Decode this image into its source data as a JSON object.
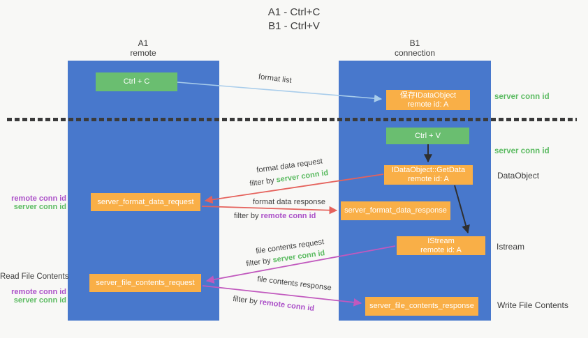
{
  "title": {
    "line1": "A1 - Ctrl+C",
    "line2": "B1 - Ctrl+V"
  },
  "lanes": {
    "a": {
      "name": "A1",
      "subtitle": "remote"
    },
    "b": {
      "name": "B1",
      "subtitle": "connection"
    }
  },
  "nodes": {
    "ctrl_c": {
      "label": "Ctrl + C"
    },
    "save_idataobject": {
      "line1": "保存IDataObject",
      "line2": "remote id: A"
    },
    "ctrl_v": {
      "label": "Ctrl + V"
    },
    "getdata": {
      "line1": "IDataObject::GetData",
      "line2": "remote id: A"
    },
    "format_request": {
      "label": "server_format_data_request"
    },
    "format_response": {
      "label": "server_format_data_response"
    },
    "istream": {
      "line1": "IStream",
      "line2": "remote id: A"
    },
    "file_request": {
      "label": "server_file_contents_request"
    },
    "file_response": {
      "label": "server_file_contents_response"
    }
  },
  "edge_labels": {
    "format_list": "format list",
    "format_data_request": "format data request",
    "format_data_response": "format data response",
    "file_contents_request": "file contents request",
    "file_contents_response": "file contents response",
    "filter_prefix": "filter by ",
    "server_conn_id": "server conn id",
    "remote_conn_id": "remote conn id"
  },
  "side_labels": {
    "server_conn_top": "server conn id",
    "server_conn_mid": "server conn id",
    "dataobject": "DataObject",
    "istream": "Istream",
    "write_file_contents": "Write File Contents",
    "read_file_contents": "Read File Contents",
    "remote_conn_id_1": "remote conn id",
    "server_conn_id_1": "server conn id",
    "remote_conn_id_2": "remote conn id",
    "server_conn_id_2": "server conn id"
  },
  "colors": {
    "lane_blue": "#4878CC",
    "node_green": "#6ABE70",
    "node_orange": "#F9AF47",
    "arrow_light_blue": "#A9CDEB",
    "arrow_red": "#E5625C",
    "arrow_magenta": "#C159BE",
    "arrow_black": "#2F2F2F",
    "text_green": "#5CBB62",
    "text_purple": "#AB50C8",
    "text_dark": "#3C3C3C",
    "background": "#F8F8F6"
  }
}
